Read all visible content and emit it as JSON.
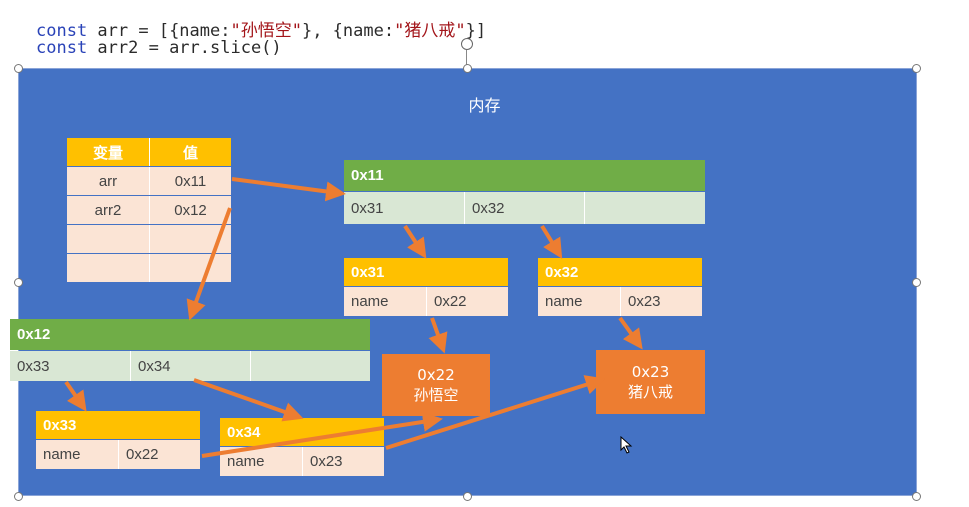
{
  "code": {
    "line1": {
      "kw": "const",
      "rest1": " arr = [{name:",
      "s1": "\"孙悟空\"",
      "rest2": "}, {name:",
      "s2": "\"猪八戒\"",
      "rest3": "}]"
    },
    "line2": {
      "kw": "const",
      "rest": " arr2 = arr.slice()"
    }
  },
  "memory_title": "内存",
  "var_table": {
    "headers": [
      "变量",
      "值"
    ],
    "rows": [
      [
        "arr",
        "0x11"
      ],
      [
        "arr2",
        "0x12"
      ],
      [
        "",
        ""
      ],
      [
        "",
        ""
      ]
    ]
  },
  "obj_0x11": {
    "header": "0x11",
    "cells": [
      "0x31",
      "0x32",
      ""
    ]
  },
  "obj_0x12": {
    "header": "0x12",
    "cells": [
      "0x33",
      "0x34",
      ""
    ]
  },
  "obj_0x31": {
    "header": "0x31",
    "key": "name",
    "value": "0x22"
  },
  "obj_0x32": {
    "header": "0x32",
    "key": "name",
    "value": "0x23"
  },
  "obj_0x33": {
    "header": "0x33",
    "key": "name",
    "value": "0x22"
  },
  "obj_0x34": {
    "header": "0x34",
    "key": "name",
    "value": "0x23"
  },
  "str_0x22": {
    "addr": "0x22",
    "text": "孙悟空"
  },
  "str_0x23": {
    "addr": "0x23",
    "text": "猪八戒"
  },
  "colors": {
    "background": "#4472c4",
    "header_yellow": "#ffc000",
    "header_green": "#70ad47",
    "arrow": "#ed7d31"
  }
}
